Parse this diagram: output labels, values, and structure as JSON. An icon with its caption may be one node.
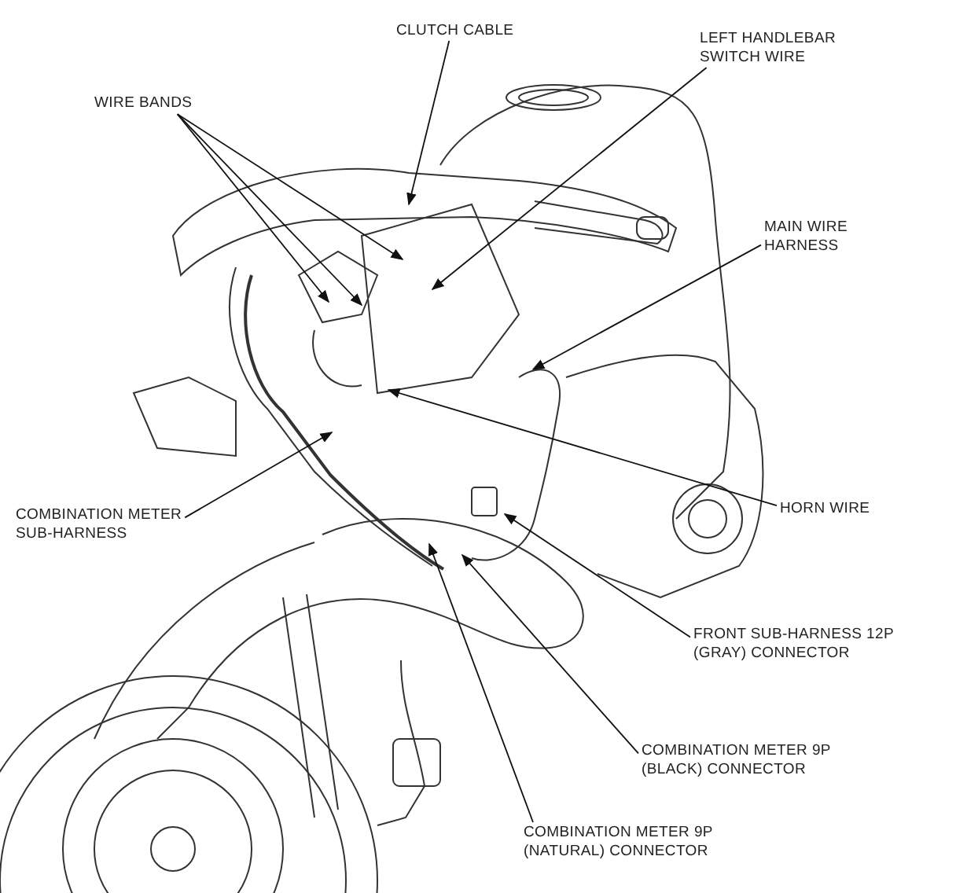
{
  "diagram": {
    "nodes": [
      {
        "text": [
          "CLUTCH CABLE"
        ]
      },
      {
        "text": [
          "LEFT HANDLEBAR SWITCH WIRE"
        ]
      },
      {
        "text": [
          "WIRE BANDS"
        ]
      },
      {
        "text": [
          "MAIN WIRE HARNESS"
        ]
      },
      {
        "text": [
          "HORN WIRE"
        ]
      },
      {
        "text": [
          "COMBINATION METER SUB-HARNESS"
        ]
      },
      {
        "text": [
          "FRONT SUB-HARNESS 12P (GRAY) CONNECTOR"
        ]
      },
      {
        "text": [
          "COMBINATION METER 9P (BLACK) CONNECTOR"
        ]
      },
      {
        "text": [
          "COMBINATION METER 9P (NATURAL) CONNECTOR"
        ]
      }
    ],
    "edges": [
      {
        "from": 0,
        "to": null,
        "arrow": "to"
      },
      {
        "from": 1,
        "to": null,
        "arrow": "to"
      },
      {
        "from": 2,
        "to": null,
        "arrow": "to"
      },
      {
        "from": 2,
        "to": null,
        "arrow": "to"
      },
      {
        "from": 2,
        "to": null,
        "arrow": "to"
      },
      {
        "from": 3,
        "to": null,
        "arrow": "to"
      },
      {
        "from": 4,
        "to": null,
        "arrow": "to"
      },
      {
        "from": 5,
        "to": null,
        "arrow": "to"
      },
      {
        "from": 6,
        "to": null,
        "arrow": "to"
      },
      {
        "from": 7,
        "to": null,
        "arrow": "to"
      },
      {
        "from": 8,
        "to": null,
        "arrow": "to"
      }
    ]
  }
}
